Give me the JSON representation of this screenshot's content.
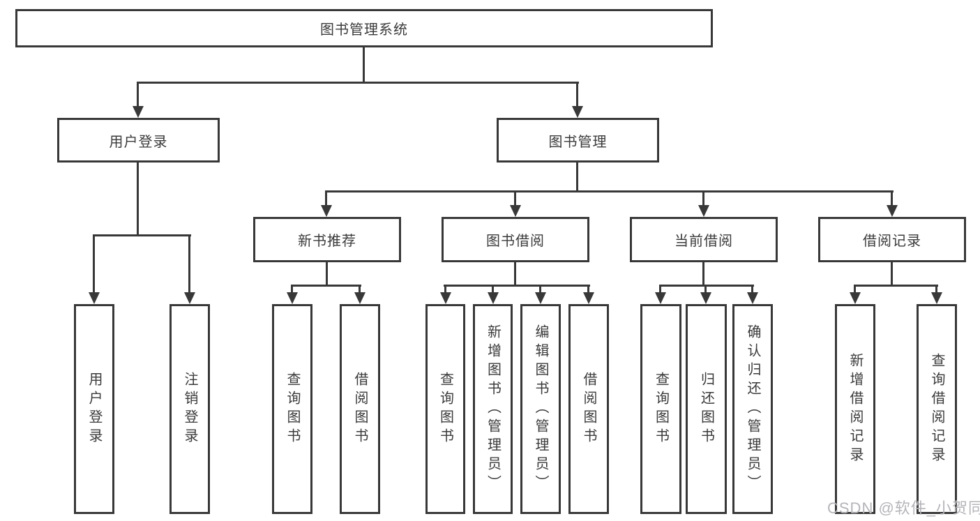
{
  "diagram": {
    "root": "图书管理系统",
    "level2": {
      "user_login": "用户登录",
      "book_mgmt": "图书管理"
    },
    "level3": {
      "new_books": "新书推荐",
      "book_borrow": "图书借阅",
      "current_borrow": "当前借阅",
      "borrow_records": "借阅记录"
    },
    "leaves": {
      "user_login": [
        "用户登录",
        "注销登录"
      ],
      "new_books": [
        "查询图书",
        "借阅图书"
      ],
      "book_borrow": [
        "查询图书",
        "新增图书（管理员）",
        "编辑图书（管理员）",
        "借阅图书"
      ],
      "current_borrow": [
        "查询图书",
        "归还图书",
        "确认归还（管理员）"
      ],
      "borrow_records": [
        "新增借阅记录",
        "查询借阅记录"
      ]
    }
  },
  "watermark": "CSDN @软件_小贺同学",
  "colors": {
    "line": "#383838",
    "text": "#3a3a3a",
    "watermark": "#b5b5ba",
    "background": "#ffffff"
  }
}
